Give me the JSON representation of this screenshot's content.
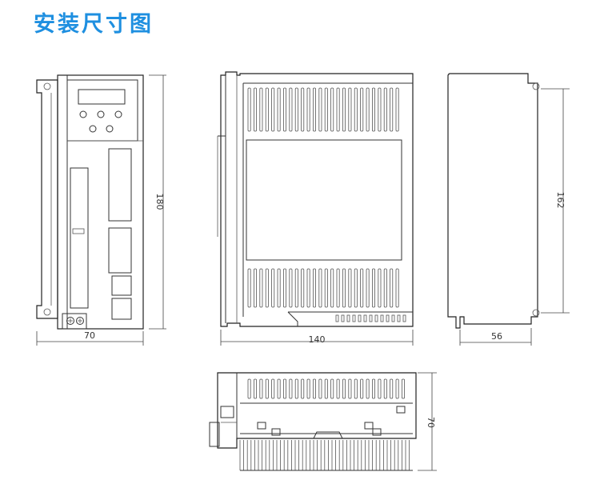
{
  "title": "安装尺寸图",
  "dimensions": {
    "front_height": "180",
    "front_width": "70",
    "side_width": "140",
    "back_height": "162",
    "back_width": "56",
    "bottom_height": "70"
  }
}
